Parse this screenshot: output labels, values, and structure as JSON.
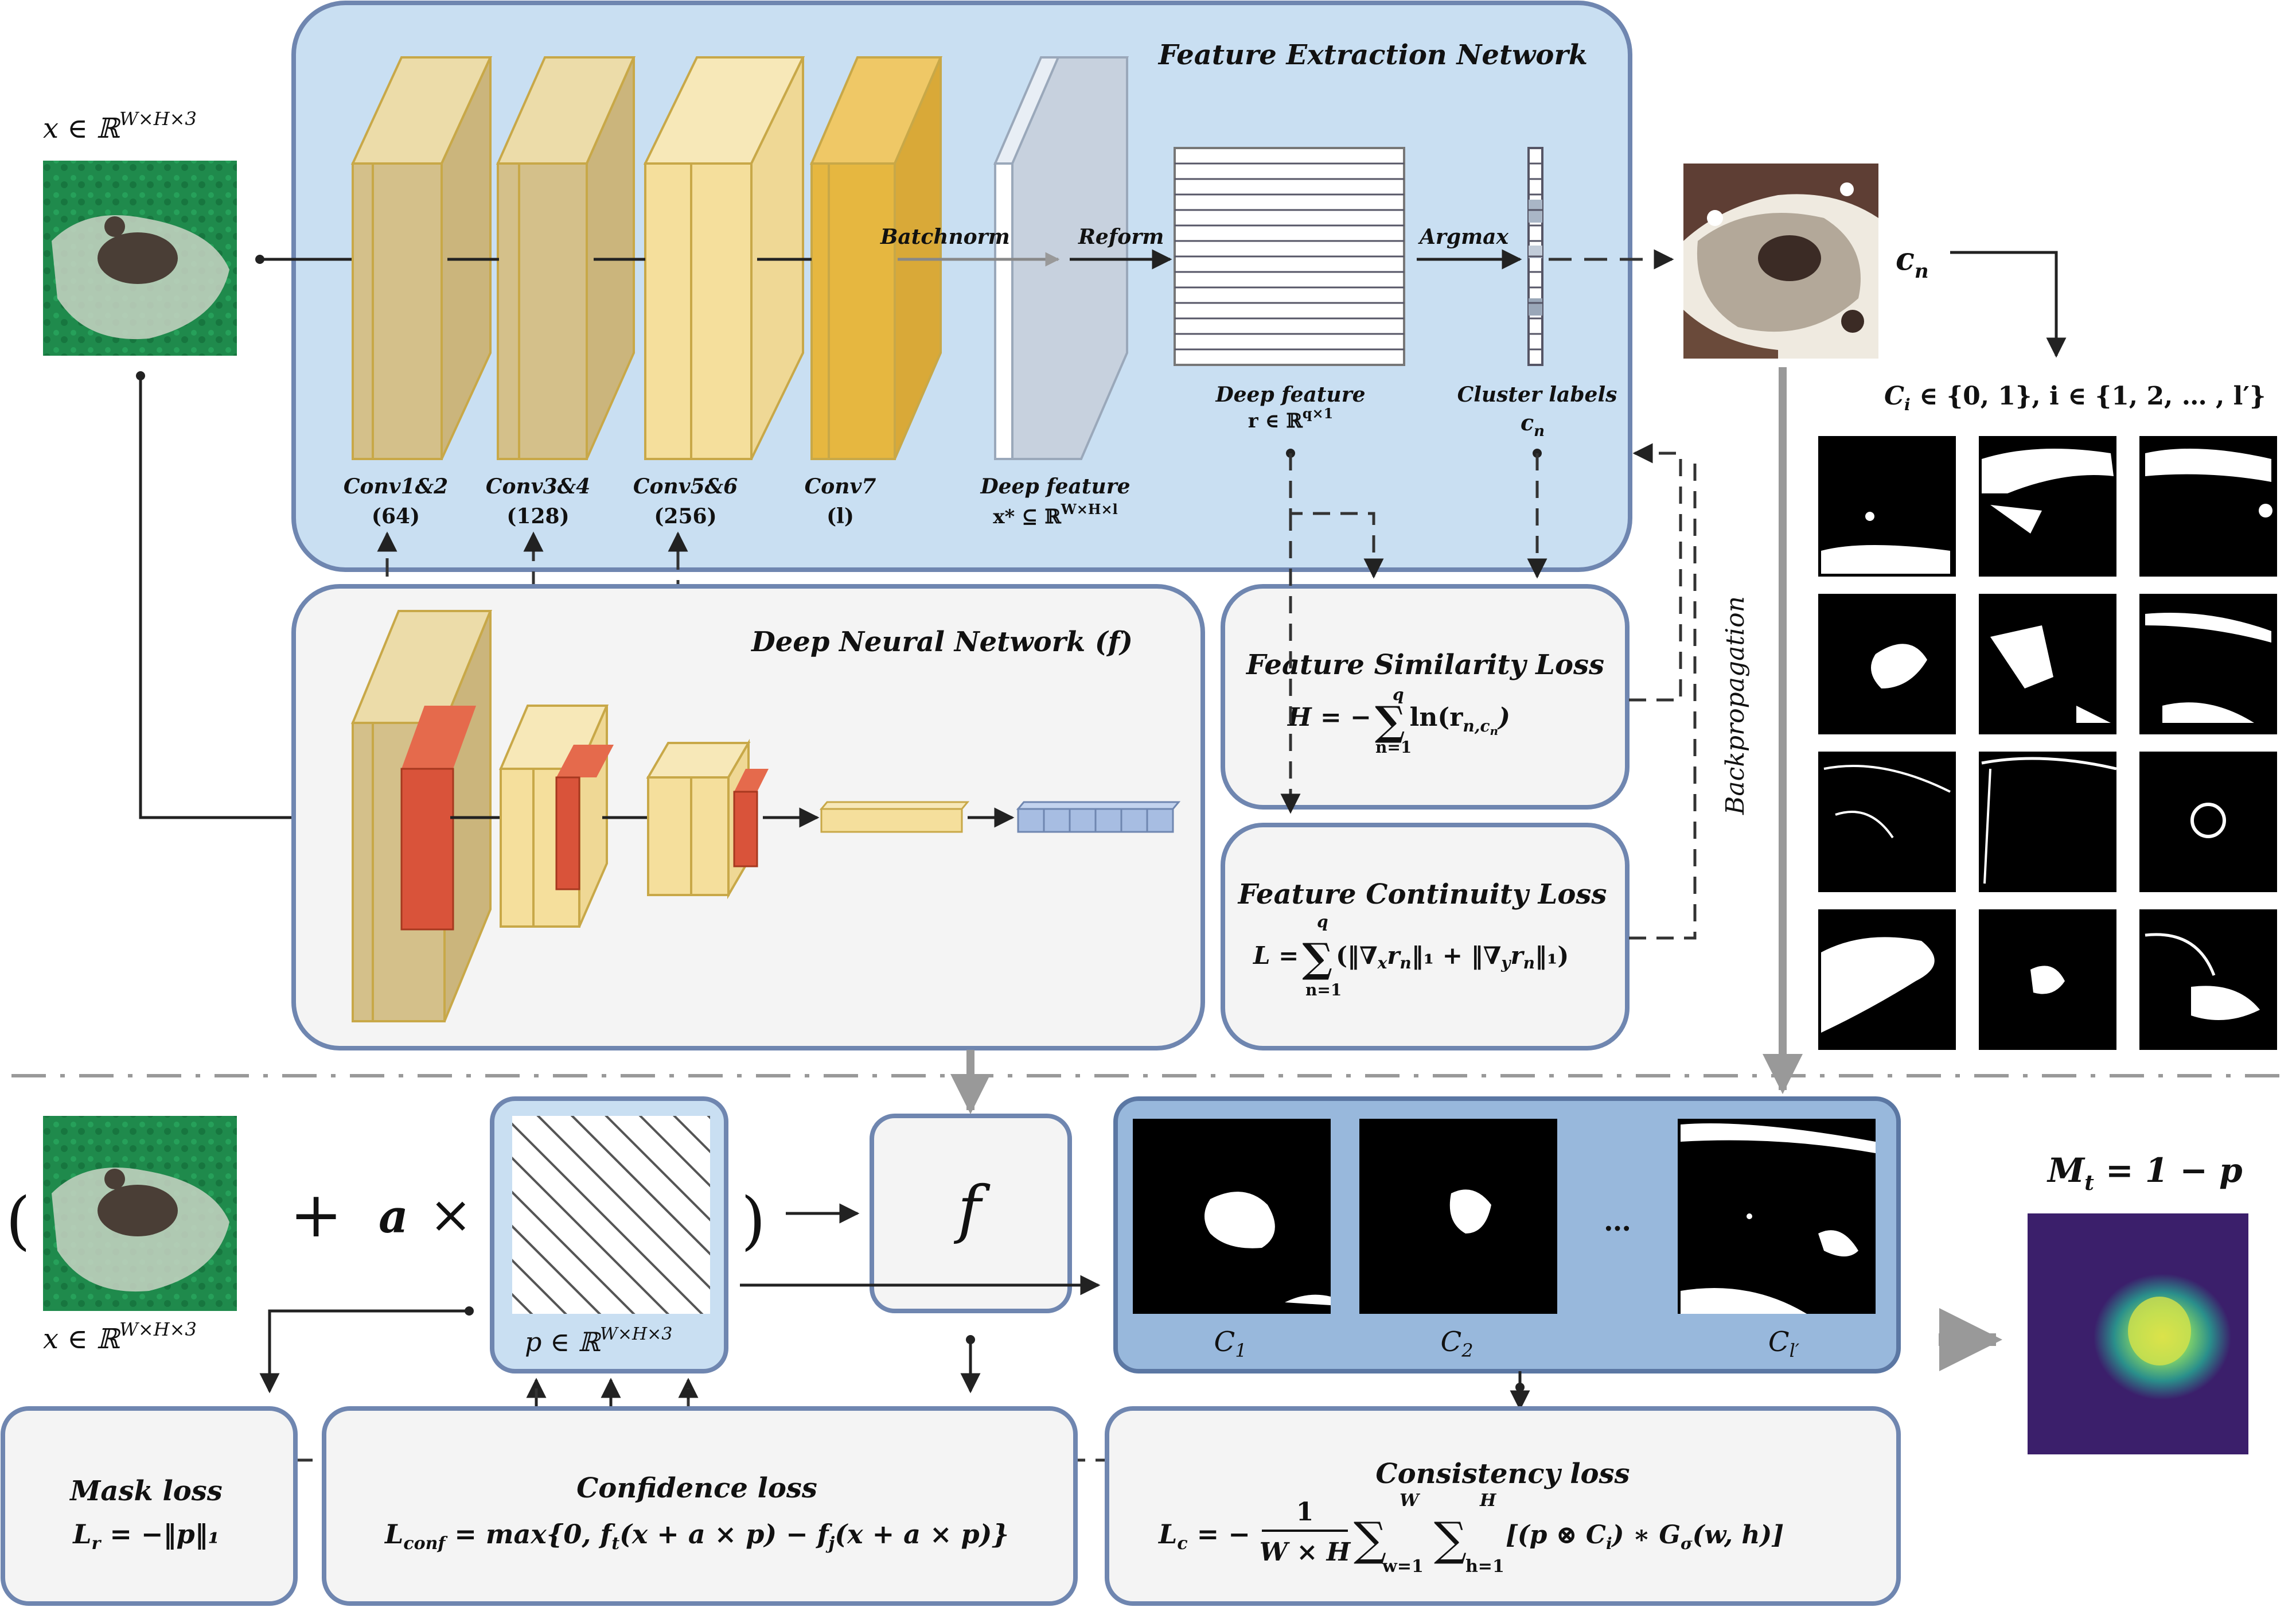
{
  "colors": {
    "feature_box_fill": "#c9dff2",
    "box_border": "#6f86b0",
    "gray_box_fill": "#f4f4f4",
    "conv_yellow": "#f5df9c",
    "conv_tan": "#d4c08a",
    "conv_gold": "#e6b740",
    "kernel_red": "#d9533a",
    "blue_block": "#a7bde2",
    "result_box_fill": "#98b8dc",
    "heatmap_bg": "#3b1f6b"
  },
  "input": {
    "label": "x ∈ ℝ",
    "label_sup": "W×H×3"
  },
  "feature_network": {
    "title": "Feature Extraction Network",
    "layers": [
      {
        "name": "Conv1&2",
        "channels": "(64)"
      },
      {
        "name": "Conv3&4",
        "channels": "(128)"
      },
      {
        "name": "Conv5&6",
        "channels": "(256)"
      },
      {
        "name": "Conv7",
        "channels": "(l)"
      }
    ],
    "deep_feature_x": {
      "name": "Deep feature",
      "formula": "x* ⊆ ℝ",
      "sup": "W×H×l"
    },
    "ops": {
      "batchnorm": "Batchnorm",
      "reform": "Reform",
      "argmax": "Argmax"
    },
    "deep_feature_r": {
      "name": "Deep feature",
      "formula": "r ∈ ℝ",
      "sup": "q×1"
    },
    "cluster_labels": {
      "name": "Cluster labels",
      "symbol": "c",
      "sub": "n"
    }
  },
  "dnn": {
    "title": "Deep Neural Network (f)"
  },
  "similarity_loss": {
    "title": "Feature Similarity Loss",
    "formula_left": "H = −",
    "sum_top": "q",
    "sum_bottom": "n=1",
    "formula_right": "ln(r",
    "formula_sub": "n,c",
    "formula_sub2": "n",
    "formula_close": ")"
  },
  "continuity_loss": {
    "title": "Feature Continuity Loss",
    "formula_left": "L =",
    "sum_top": "q",
    "sum_bottom": "n=1",
    "formula_right": "(‖∇",
    "formula_tail": "‖₁ + ‖∇",
    "formula_end": "‖₁)"
  },
  "backprop": "Backpropagation",
  "cluster_output": {
    "symbol": "c",
    "sub": "n",
    "set_label": "C",
    "set_sub": "i",
    "set_text": " ∈ {0, 1}, i ∈ {1, 2, … , l′}"
  },
  "equation": {
    "open_paren": "(",
    "plus": "+",
    "alpha": "a",
    "times": "×",
    "close_paren": ")",
    "f_symbol": "f",
    "input_label": "x ∈ ℝ",
    "input_sup": "W×H×3",
    "mask_label": "p ∈ ℝ",
    "mask_sup": "W×H×3"
  },
  "clusters": {
    "labels": [
      {
        "main": "C",
        "sub": "1"
      },
      {
        "main": "C",
        "sub": "2"
      },
      {
        "main": "C",
        "sub": "l′"
      }
    ],
    "ellipsis": "…"
  },
  "result": {
    "title": "M",
    "title_sub": "t",
    "title_rest": " = 1 − p"
  },
  "losses": {
    "mask": {
      "title": "Mask loss",
      "formula": "L",
      "sub": "r",
      "rest": " = −‖p‖₁"
    },
    "confidence": {
      "title": "Confidence loss",
      "formula": "L",
      "sub": "conf",
      "rest": " = max{0, f",
      "sub2": "t",
      "mid": "(x + a × p) − f",
      "sub3": "j",
      "end": "(x + a × p)}"
    },
    "consistency": {
      "title": "Consistency loss",
      "formula": "L",
      "sub": "c",
      "rest": " = −",
      "frac_top": "1",
      "frac_bottom": "W × H",
      "sum1_top": "W",
      "sum1_bottom": "w=1",
      "sum2_top": "H",
      "sum2_bottom": "h=1",
      "tail": "[(p ⊗ C",
      "tail_sub": "i",
      "tail_end": ") ∗ G",
      "g_sub": "σ",
      "g_end": "(w, h)]"
    }
  }
}
